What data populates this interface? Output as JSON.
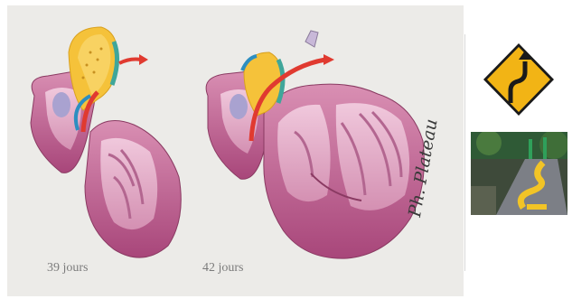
{
  "illustration": {
    "captions": [
      "39 jours",
      "42 jours"
    ],
    "signature": "Ph. Plateau"
  },
  "side_images": {
    "sign_icon": "winding-road-warning-sign",
    "photo_icon": "path-with-yellow-winding-marking"
  },
  "colors": {
    "slide_bg": "#ecebe8",
    "heart_tissue": "#c86b93",
    "arrow_red": "#e03a30",
    "sign_yellow": "#f2b415"
  }
}
